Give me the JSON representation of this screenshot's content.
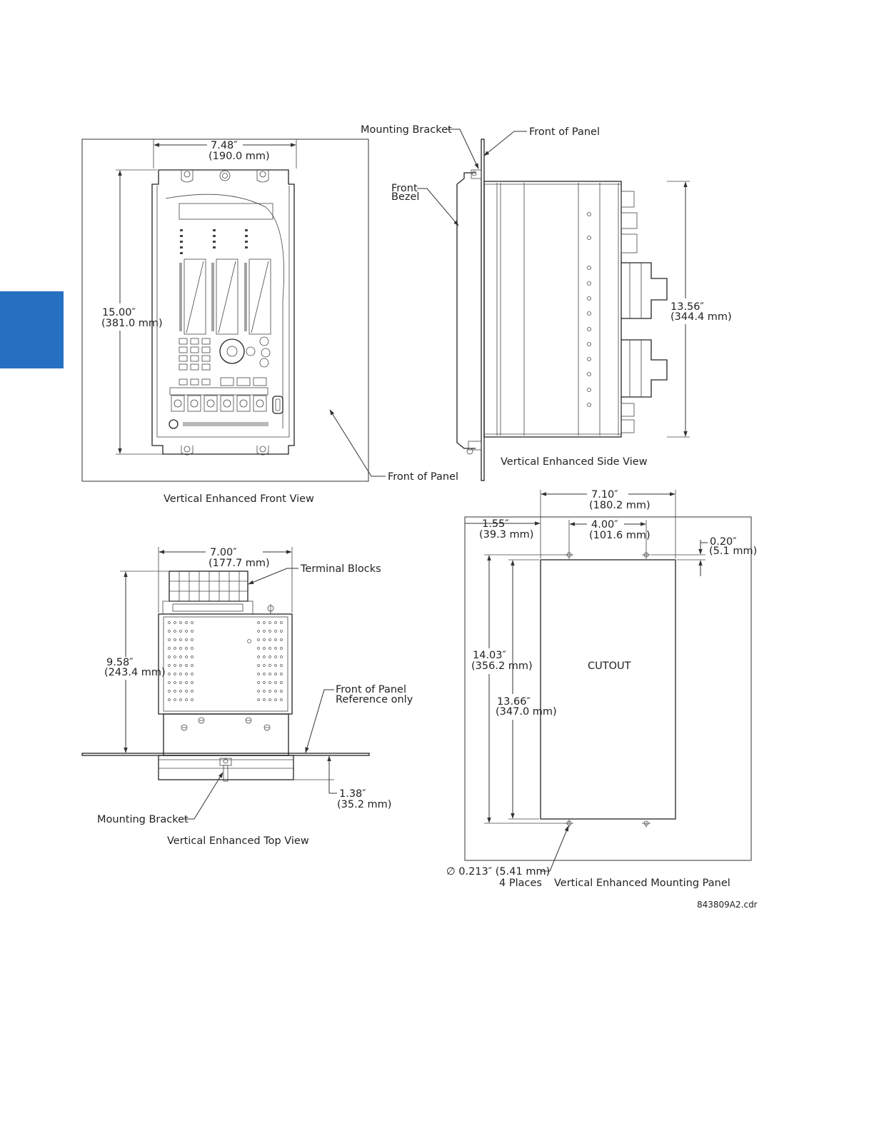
{
  "colors": {
    "accent_tab": "#2670c2",
    "line": "#333333"
  },
  "front_view": {
    "width_in": "7.48″",
    "width_mm": "(190.0 mm)",
    "height_in": "15.00″",
    "height_mm": "(381.0 mm)",
    "front_panel": "Front of Panel",
    "caption": "Vertical Enhanced Front View"
  },
  "side_view": {
    "mounting_bracket": "Mounting Bracket",
    "front_panel": "Front of Panel",
    "front_bezel_1": "Front",
    "front_bezel_2": "Bezel",
    "height_in": "13.56″",
    "height_mm": "(344.4 mm)",
    "caption": "Vertical Enhanced Side View"
  },
  "top_view": {
    "width_in": "7.00″",
    "width_mm": "(177.7 mm)",
    "terminal_blocks": "Terminal Blocks",
    "depth_in": "9.58″",
    "depth_mm": "(243.4 mm)",
    "front_panel_ref_1": "Front of Panel",
    "front_panel_ref_2": "Reference only",
    "bracket_in": "1.38″",
    "bracket_mm": "(35.2 mm)",
    "mounting_bracket": "Mounting Bracket",
    "caption": "Vertical Enhanced Top View"
  },
  "mounting_panel": {
    "width_in": "7.10″",
    "width_mm": "(180.2 mm)",
    "offset_in": "1.55″",
    "offset_mm": "(39.3 mm)",
    "spacing_in": "4.00″",
    "spacing_mm": "(101.6 mm)",
    "gap_in": "0.20″",
    "gap_mm": "(5.1 mm)",
    "height_in": "14.03″",
    "height_mm": "(356.2 mm)",
    "cutout_label": "CUTOUT",
    "cutout_h_in": "13.66″",
    "cutout_h_mm": "(347.0 mm)",
    "hole_dia": "∅  0.213″  (5.41 mm)",
    "hole_count": "4 Places",
    "caption": "Vertical Enhanced Mounting Panel"
  },
  "file_id": "843809A2.cdr"
}
